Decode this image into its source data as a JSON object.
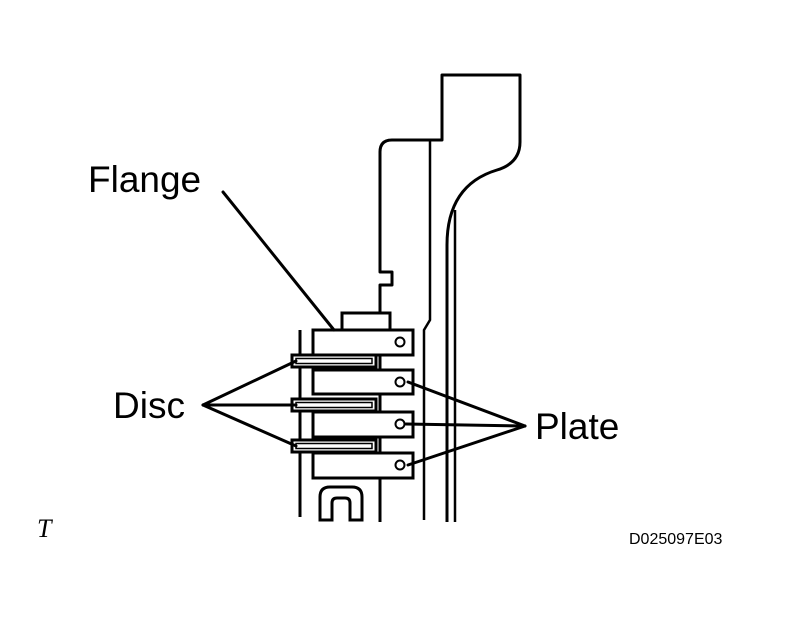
{
  "labels": {
    "flange": "Flange",
    "disc": "Disc",
    "plate": "Plate"
  },
  "figure_code": "D025097E03",
  "corner_mark": "T",
  "colors": {
    "ink": "#000000",
    "paper": "#ffffff"
  }
}
